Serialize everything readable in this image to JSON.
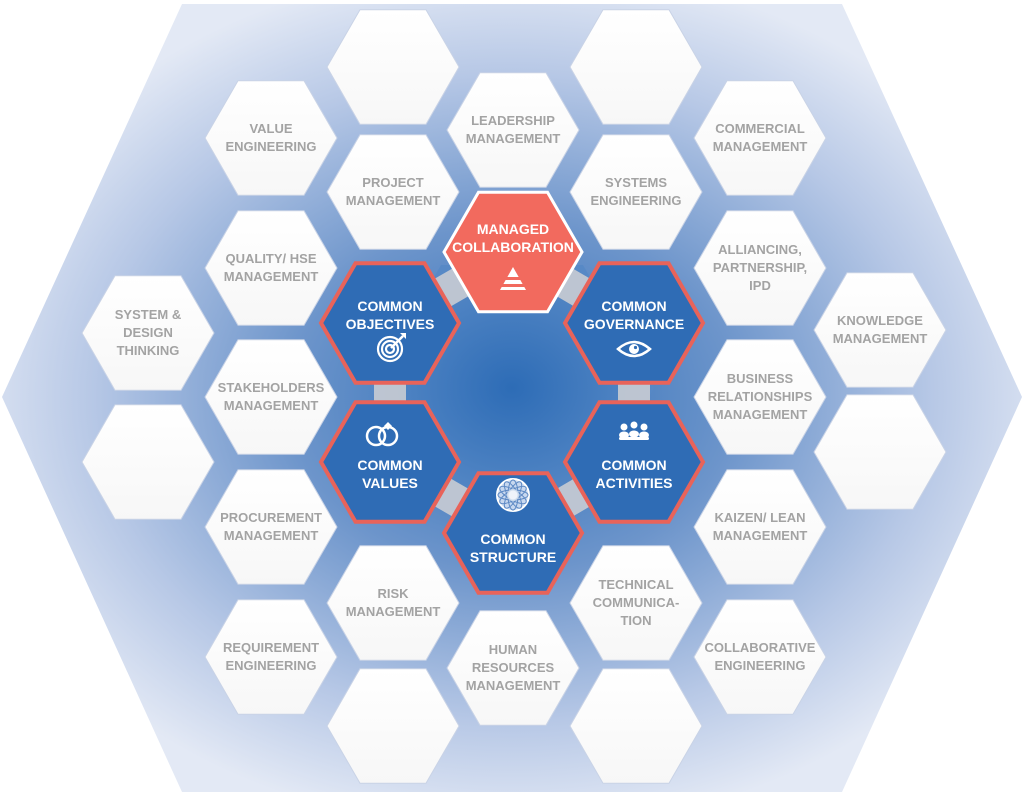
{
  "colors": {
    "outer_gradient_center": "#2f6fb8",
    "outer_gradient_edge": "#dde4f3",
    "core_blue": "#2f6cb5",
    "core_border": "#e8635a",
    "accent_red": "#f26a5e",
    "outer_text": "#a3a3a3"
  },
  "center": {
    "label": [
      "MANAGED",
      "COLLABORATION"
    ],
    "icon": "pyramid-icon"
  },
  "core": [
    {
      "label": [
        "COMMON",
        "OBJECTIVES"
      ],
      "icon": "target-icon"
    },
    {
      "label": [
        "COMMON",
        "GOVERNANCE"
      ],
      "icon": "eye-icon"
    },
    {
      "label": [
        "COMMON",
        "VALUES"
      ],
      "icon": "rings-icon"
    },
    {
      "label": [
        "COMMON",
        "ACTIVITIES"
      ],
      "icon": "group-icon"
    },
    {
      "label": [
        "COMMON",
        "STRUCTURE"
      ],
      "icon": "globe-icon"
    }
  ],
  "outer": [
    {
      "label": []
    },
    {
      "label": []
    },
    {
      "label": [
        "VALUE",
        "ENGINEERING"
      ]
    },
    {
      "label": [
        "LEADERSHIP",
        "MANAGEMENT"
      ]
    },
    {
      "label": [
        "COMMERCIAL",
        "MANAGEMENT"
      ]
    },
    {
      "label": [
        "PROJECT",
        "MANAGEMENT"
      ]
    },
    {
      "label": [
        "SYSTEMS",
        "ENGINEERING"
      ]
    },
    {
      "label": [
        "QUALITY/ HSE",
        "MANAGEMENT"
      ]
    },
    {
      "label": [
        "ALLIANCING,",
        "PARTNERSHIP,",
        "IPD"
      ]
    },
    {
      "label": [
        "SYSTEM &",
        "DESIGN",
        "THINKING"
      ]
    },
    {
      "label": [
        "KNOWLEDGE",
        "MANAGEMENT"
      ]
    },
    {
      "label": [
        "STAKEHOLDERS",
        "MANAGEMENT"
      ]
    },
    {
      "label": [
        "BUSINESS",
        "RELATIONSHIPS",
        "MANAGEMENT"
      ]
    },
    {
      "label": []
    },
    {
      "label": []
    },
    {
      "label": [
        "PROCUREMENT",
        "MANAGEMENT"
      ]
    },
    {
      "label": [
        "KAIZEN/ LEAN",
        "MANAGEMENT"
      ]
    },
    {
      "label": [
        "RISK",
        "MANAGEMENT"
      ]
    },
    {
      "label": [
        "TECHNICAL",
        "COMMUNICA-",
        "TION"
      ]
    },
    {
      "label": [
        "REQUIREMENT",
        "ENGINEERING"
      ]
    },
    {
      "label": [
        "COLLABORATIVE",
        "ENGINEERING"
      ]
    },
    {
      "label": [
        "HUMAN",
        "RESOURCES",
        "MANAGEMENT"
      ]
    },
    {
      "label": []
    },
    {
      "label": []
    }
  ]
}
